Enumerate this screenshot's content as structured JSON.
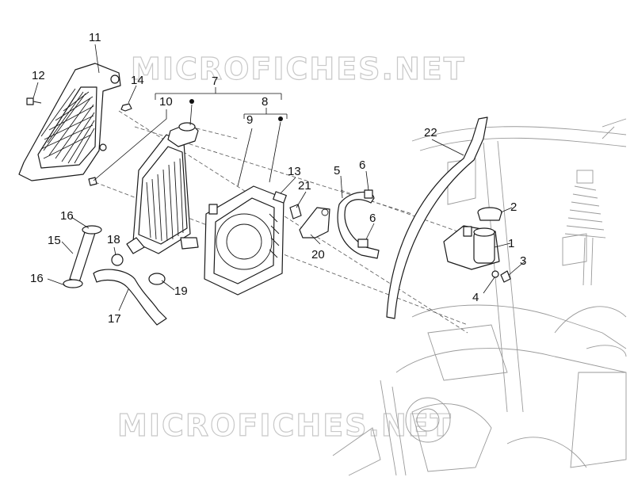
{
  "watermark": {
    "text": "MICROFICHES.NET"
  },
  "callouts": [
    {
      "id": "1",
      "label": "1"
    },
    {
      "id": "2",
      "label": "2"
    },
    {
      "id": "3",
      "label": "3"
    },
    {
      "id": "4",
      "label": "4"
    },
    {
      "id": "5",
      "label": "5"
    },
    {
      "id": "6a",
      "label": "6"
    },
    {
      "id": "6b",
      "label": "6"
    },
    {
      "id": "7",
      "label": "7"
    },
    {
      "id": "8",
      "label": "8"
    },
    {
      "id": "9",
      "label": "9"
    },
    {
      "id": "10",
      "label": "10"
    },
    {
      "id": "11",
      "label": "11"
    },
    {
      "id": "12",
      "label": "12"
    },
    {
      "id": "13",
      "label": "13"
    },
    {
      "id": "14",
      "label": "14"
    },
    {
      "id": "15",
      "label": "15"
    },
    {
      "id": "16a",
      "label": "16"
    },
    {
      "id": "16b",
      "label": "16"
    },
    {
      "id": "17",
      "label": "17"
    },
    {
      "id": "18",
      "label": "18"
    },
    {
      "id": "19",
      "label": "19"
    },
    {
      "id": "20",
      "label": "20"
    },
    {
      "id": "21",
      "label": "21"
    },
    {
      "id": "22",
      "label": "22"
    }
  ]
}
